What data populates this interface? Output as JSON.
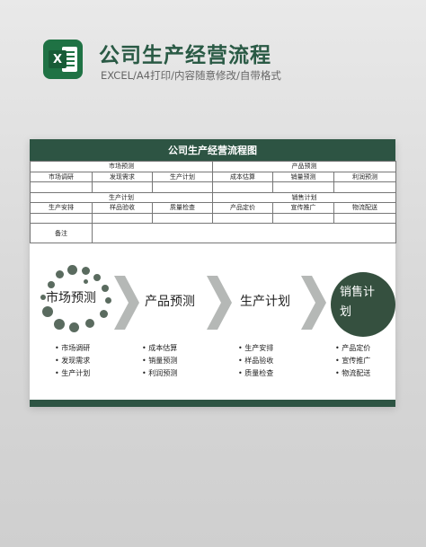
{
  "header": {
    "title": "公司生产经营流程",
    "subtitle": "EXCEL/A4打印/内容随意修改/自带格式",
    "icon": "excel-icon",
    "icon_letter": "X"
  },
  "card": {
    "title": "公司生产经营流程图",
    "table": {
      "row1": [
        "市场预测",
        "产品预测"
      ],
      "row2": [
        "市场调研",
        "发现需求",
        "生产计划",
        "成本估算",
        "销量预测",
        "利润预测"
      ],
      "row3": [
        "生产计划",
        "销售计划"
      ],
      "row4": [
        "生产安排",
        "样品验收",
        "质量检查",
        "产品定价",
        "宣传推广",
        "物流配送"
      ],
      "note_label": "备注"
    },
    "flow": {
      "steps": [
        {
          "label": "市场预测",
          "bullets": [
            "市场调研",
            "发现需求",
            "生产计划"
          ]
        },
        {
          "label": "产品预测",
          "bullets": [
            "成本估算",
            "销量预测",
            "利润预测"
          ]
        },
        {
          "label": "生产计划",
          "bullets": [
            "生产安排",
            "样品验收",
            "质量检查"
          ]
        },
        {
          "label": "销售计划",
          "label_line1": "销售计",
          "label_line2": "划",
          "bullets": [
            "产品定价",
            "宣传推广",
            "物流配送"
          ]
        }
      ]
    }
  },
  "colors": {
    "brand_green": "#2d5443",
    "excel_green": "#1f7244",
    "chevron_gray": "#b5b8b6"
  }
}
